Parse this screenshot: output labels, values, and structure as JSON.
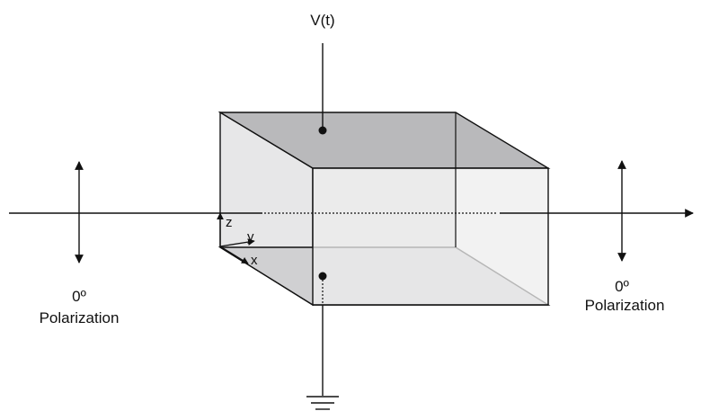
{
  "labels": {
    "voltage": "V(t)",
    "left_degree": "0º",
    "left_polarization": "Polarization",
    "right_degree": "0º",
    "right_polarization": "Polarization",
    "axis_z": "z",
    "axis_y": "y",
    "axis_x": "x"
  },
  "colors": {
    "line": "#111111",
    "top_face": "#b9b9bb",
    "bottom_face": "#d0d0d2",
    "side_face": "#e7e7e8",
    "front_face": "#ededee",
    "back_face": "#e2e2e3"
  }
}
